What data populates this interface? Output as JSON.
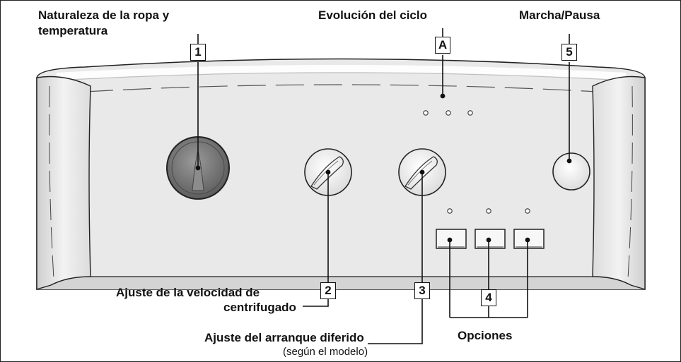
{
  "labels": {
    "wash_type_line1": "Naturaleza de la ropa y",
    "wash_type_line2": "temperatura",
    "cycle_progress": "Evolución del ciclo",
    "start_pause": "Marcha/Pausa",
    "spin_speed_line1": "Ajuste de la velocidad de",
    "spin_speed_line2": "centrifugado",
    "delay_start": "Ajuste del arranque diferido",
    "delay_start_note": "(según el modelo)",
    "options": "Opciones"
  },
  "callouts": {
    "c1": "1",
    "c2": "2",
    "c3": "3",
    "c4": "4",
    "c5": "5",
    "cA": "A"
  },
  "colors": {
    "panel": "#e8e8e8",
    "panel_edge": "#cfcfcf",
    "dial_dark": "#6e6e6e",
    "line": "#111111"
  }
}
